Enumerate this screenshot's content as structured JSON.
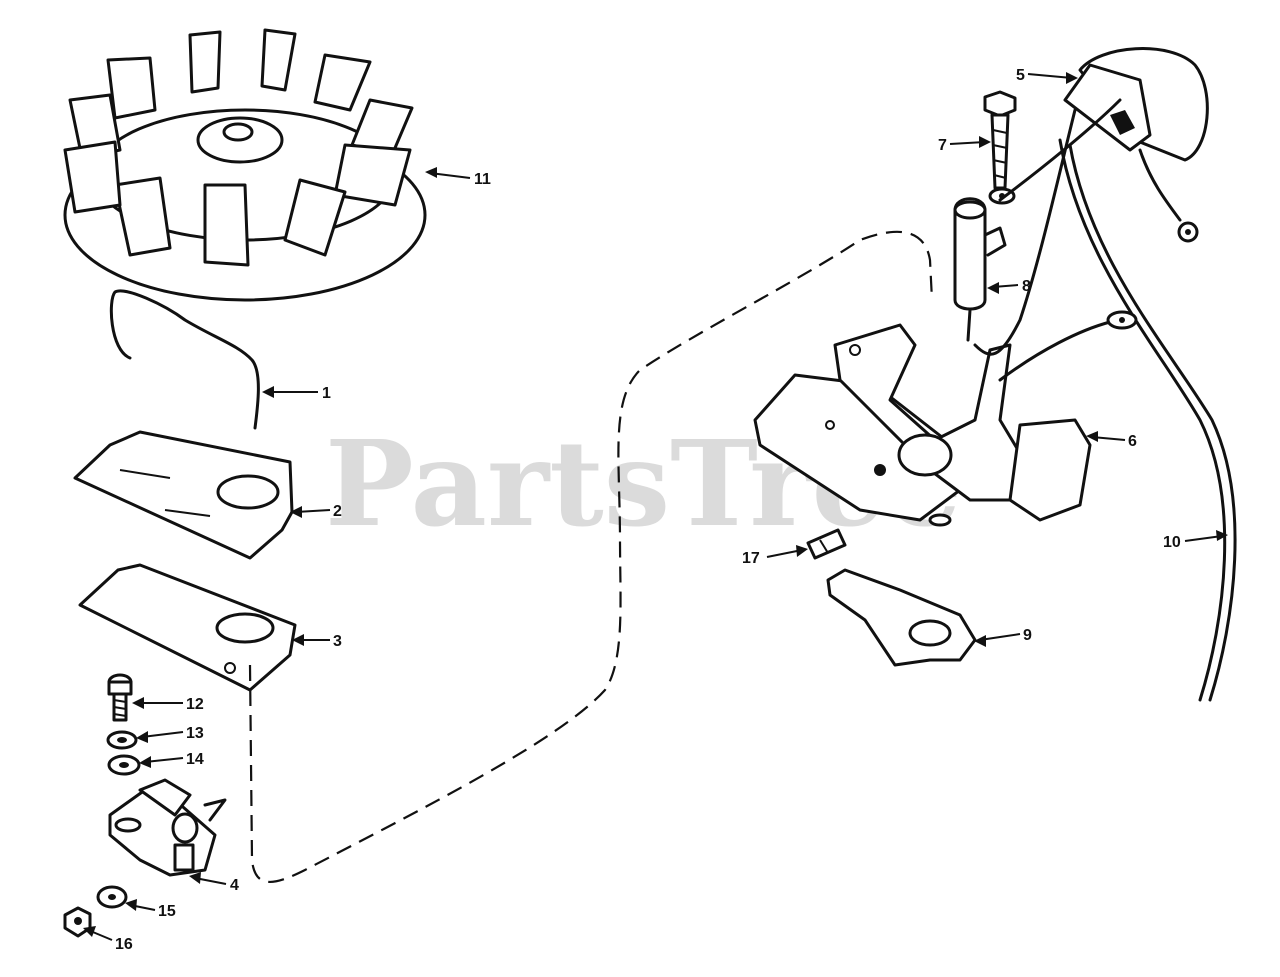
{
  "watermark": "PartsTree",
  "callouts": {
    "p1": "1",
    "p2": "2",
    "p3": "3",
    "p4": "4",
    "p5": "5",
    "p6": "6",
    "p7": "7",
    "p8": "8",
    "p9": "9",
    "p10": "10",
    "p11": "11",
    "p12": "12",
    "p13": "13",
    "p14": "14",
    "p15": "15",
    "p16": "16",
    "p17": "17"
  },
  "colors": {
    "ink": "#111111",
    "watermark": "#cfcfcf",
    "background": "#ffffff"
  }
}
